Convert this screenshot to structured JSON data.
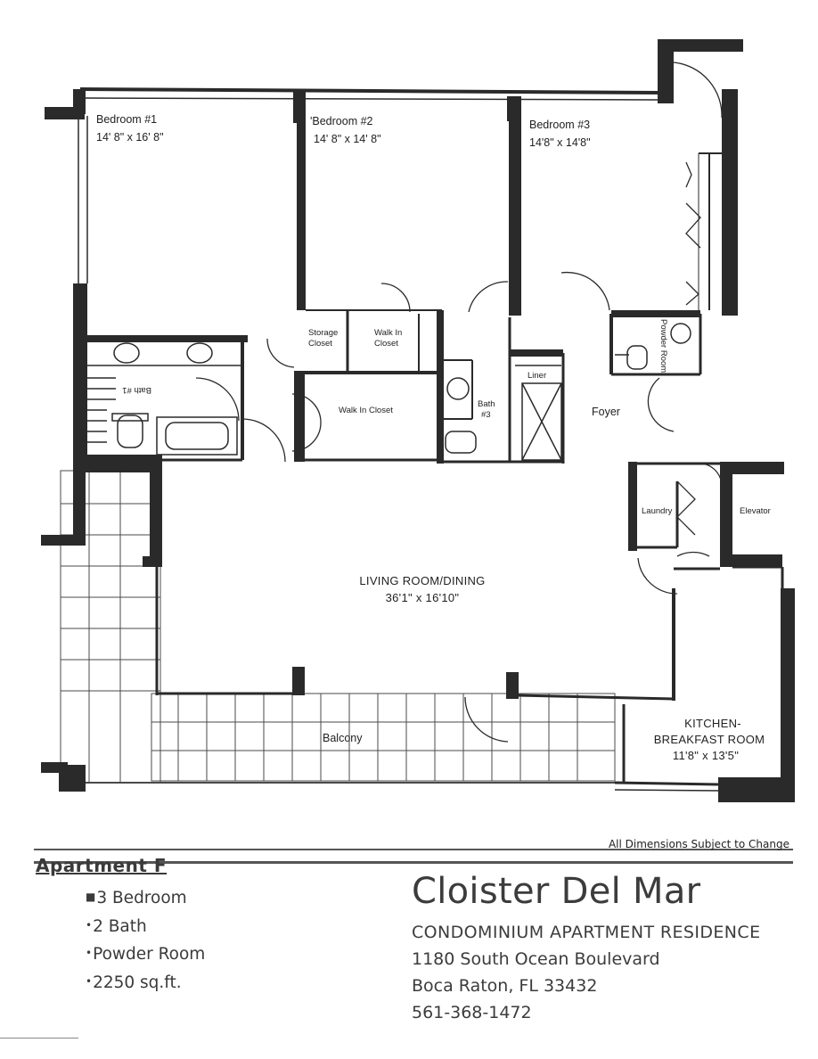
{
  "rooms": {
    "bedroom1": {
      "name": "Bedroom #1",
      "size": "14' 8\" x 16' 8\""
    },
    "bedroom2": {
      "name": "'Bedroom #2",
      "size": "14' 8\" x 14' 8\""
    },
    "bedroom3": {
      "name": "Bedroom #3",
      "size": "14'8\" x 14'8\""
    },
    "storage_closet": [
      "Storage",
      "Closet"
    ],
    "walk_in_closet_small": [
      "Walk In",
      "Closet"
    ],
    "walk_in_closet": "Walk In Closet",
    "bath1": "Bath #1",
    "bath3": [
      "Bath",
      "#3"
    ],
    "linen": "Liner",
    "powder_room": "Powder Room",
    "foyer": "Foyer",
    "laundry": "Laundry",
    "elevator": "Elevator",
    "living": {
      "name": "LIVING ROOM/DINING",
      "size": "36'1\" x 16'10\""
    },
    "balcony": "Balcony",
    "kitchen": {
      "name_lines": [
        "KITCHEN-",
        "BREAKFAST ROOM"
      ],
      "size": "11'8\" x 13'5\""
    }
  },
  "disclaimer": "All Dimensions Subject to Change",
  "apartment": {
    "title": "Apartment  F",
    "features": [
      {
        "bullet": "■",
        "text": "3 Bedroom"
      },
      {
        "bullet": "•",
        "text": "2 Bath"
      },
      {
        "bullet": "•",
        "text": "Powder Room"
      },
      {
        "bullet": "•",
        "text": "2250 sq.ft."
      }
    ]
  },
  "residence": {
    "name": "Cloister Del Mar",
    "type": "CONDOMINIUM APARTMENT RESIDENCE",
    "address": "1180 South Ocean Boulevard",
    "city": "Boca Raton, FL 33432",
    "phone": "561-368-1472"
  },
  "colors": {
    "wall": "#2a2a2a",
    "text": "#3a3a3a"
  }
}
